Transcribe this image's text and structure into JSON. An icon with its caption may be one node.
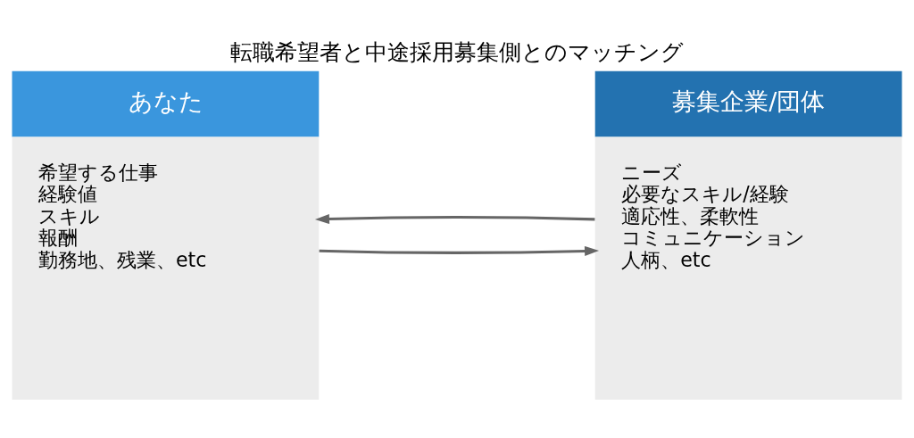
{
  "diagram": {
    "title": "転職希望者と中途採用募集側とのマッチング",
    "nodes": [
      {
        "text": [
          "あなた",
          "希望する仕事",
          "経験値",
          "スキル",
          "報酬",
          "勤務地、残業、etc"
        ]
      },
      {
        "text": [
          "募集企業/団体",
          "ニーズ",
          "必要なスキル/経験",
          "適応性、柔軟性",
          "コミュニケーション",
          "人柄、etc"
        ]
      }
    ],
    "edges": [
      {
        "from": 0,
        "to": 1,
        "arrow": "to"
      },
      {
        "from": 1,
        "to": 0,
        "arrow": "to"
      }
    ]
  }
}
